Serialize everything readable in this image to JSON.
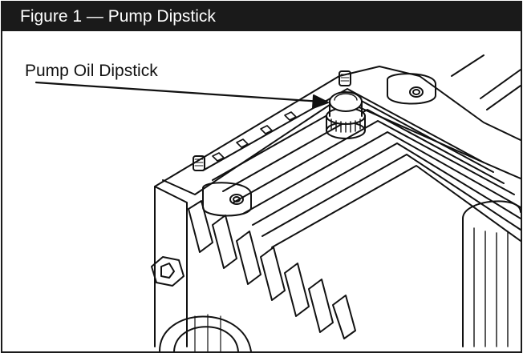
{
  "figure": {
    "title": "Figure 1 — Pump Dipstick",
    "callout_label": "Pump Oil Dipstick"
  },
  "style": {
    "frame_color": "#1a1a1a",
    "title_bar_color": "#1a1a1a",
    "title_text_color": "#ffffff",
    "line_art_color": "#111111"
  },
  "illustration": {
    "subject": "pump-housing-line-art",
    "highlighted_part": "oil-dipstick-cap"
  }
}
